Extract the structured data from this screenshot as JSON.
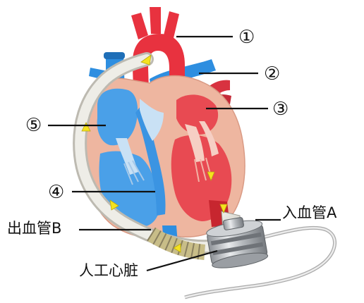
{
  "diagram": {
    "callouts": {
      "c1": "①",
      "c2": "②",
      "c3": "③",
      "c4": "④",
      "c5": "⑤"
    },
    "labels": {
      "inlet_tube": "入血管A",
      "outlet_tube": "出血管B",
      "artificial_heart": "人工心脏"
    }
  },
  "colors": {
    "artery_red": "#e8323f",
    "vein_blue": "#2e8ee0",
    "oxygenated_chamber": "#e84a52",
    "deoxygenated_chamber": "#4aa0e8",
    "myocardium": "#eeb6a0",
    "valve": "#c9e1f5",
    "tube": "#e3e2dc",
    "pump_metal": "#b9bcc0",
    "flow_arrow": "#f5e21f"
  }
}
